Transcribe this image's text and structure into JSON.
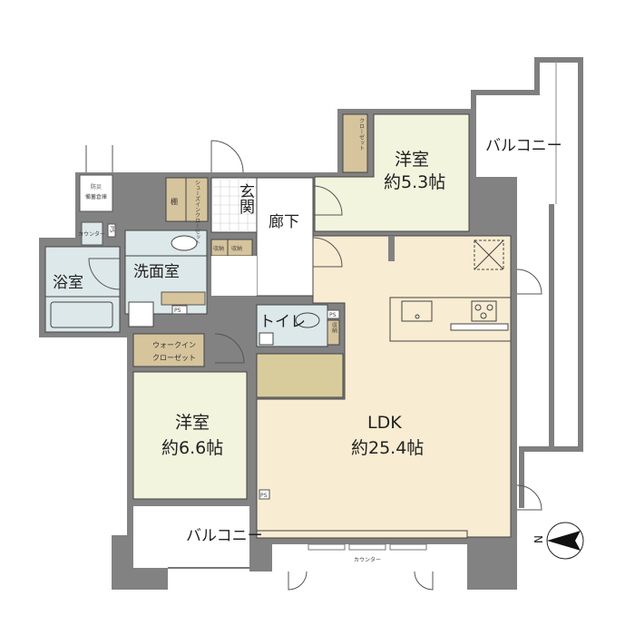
{
  "colors": {
    "wall": "#828282",
    "ldk_floor": "#f8ecd2",
    "western_floor": "#f3f4de",
    "wet_area": "#dde8ea",
    "storage": "#d6c49c",
    "balcony": "#ffffff"
  },
  "rooms": {
    "ldk": {
      "name": "LDK",
      "size": "約25.4帖"
    },
    "western_room_1": {
      "name": "洋室",
      "size": "約6.6帖"
    },
    "western_room_2": {
      "name": "洋室",
      "size": "約5.3帖"
    },
    "bathroom": {
      "name": "浴室"
    },
    "washroom": {
      "name": "洗面室"
    },
    "entrance": {
      "name": "玄関"
    },
    "hallway": {
      "name": "廊下"
    },
    "toilet": {
      "name": "トイレ"
    },
    "balcony_east": {
      "name": "バルコニー"
    },
    "balcony_south": {
      "name": "バルコニー"
    }
  },
  "storage": {
    "disaster_storage": [
      "防災",
      "備蓄倉庫"
    ],
    "counter_bath": "カウンター",
    "ps_1": "PS",
    "shelf": "棚",
    "shoes_closet": "シューズインクローゼット",
    "storage_a": "収納",
    "storage_b": "収納",
    "walk_in_closet": [
      "ウォークイン",
      "クローゼット"
    ],
    "ps_2": "PS",
    "ps_3": "PS",
    "ps_4": "PS",
    "toilet_storage": "収納",
    "closet": "クローゼット",
    "counter_ldk": "カウンター"
  },
  "compass": {
    "label": "N",
    "direction": "left"
  }
}
